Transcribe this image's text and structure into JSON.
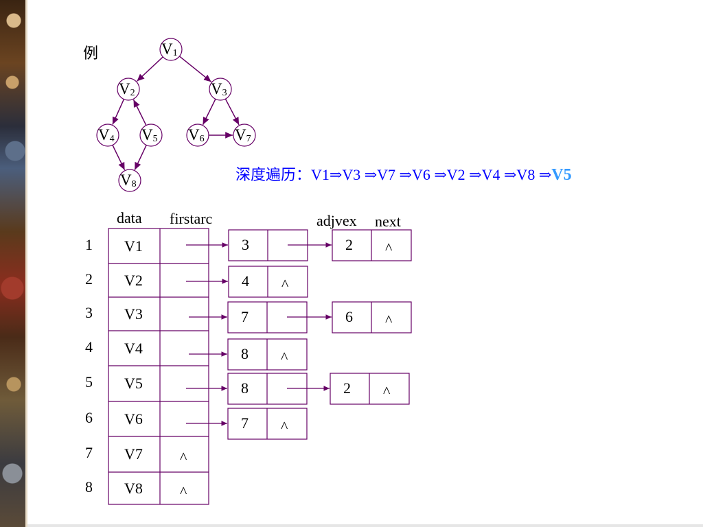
{
  "example_label": "例",
  "graph": {
    "nodes": [
      {
        "id": "V1",
        "letter": "V",
        "sub": "1"
      },
      {
        "id": "V2",
        "letter": "V",
        "sub": "2"
      },
      {
        "id": "V3",
        "letter": "V",
        "sub": "3"
      },
      {
        "id": "V4",
        "letter": "V",
        "sub": "4"
      },
      {
        "id": "V5",
        "letter": "V",
        "sub": "5"
      },
      {
        "id": "V6",
        "letter": "V",
        "sub": "6"
      },
      {
        "id": "V7",
        "letter": "V",
        "sub": "7"
      },
      {
        "id": "V8",
        "letter": "V",
        "sub": "8"
      }
    ],
    "edges": [
      [
        "V1",
        "V2"
      ],
      [
        "V1",
        "V3"
      ],
      [
        "V2",
        "V4"
      ],
      [
        "V5",
        "V2"
      ],
      [
        "V3",
        "V6"
      ],
      [
        "V3",
        "V7"
      ],
      [
        "V6",
        "V7"
      ],
      [
        "V4",
        "V8"
      ],
      [
        "V5",
        "V8"
      ]
    ]
  },
  "dfs": {
    "prefix": "深度遍历：V1⇒V3 ⇒V7 ⇒V6 ⇒V2 ⇒V4 ⇒V8 ⇒",
    "last": "V5"
  },
  "headers": {
    "data": "data",
    "firstarc": "firstarc",
    "adjvex": "adjvex",
    "next": "next"
  },
  "vertex_table": [
    {
      "index": "1",
      "data": "V1",
      "firstarc": ""
    },
    {
      "index": "2",
      "data": "V2",
      "firstarc": ""
    },
    {
      "index": "3",
      "data": "V3",
      "firstarc": ""
    },
    {
      "index": "4",
      "data": "V4",
      "firstarc": ""
    },
    {
      "index": "5",
      "data": "V5",
      "firstarc": ""
    },
    {
      "index": "6",
      "data": "V6",
      "firstarc": ""
    },
    {
      "index": "7",
      "data": "V7",
      "firstarc": "^"
    },
    {
      "index": "8",
      "data": "V8",
      "firstarc": "^"
    }
  ],
  "arc_nodes": [
    [
      {
        "adjvex": "3",
        "next": ""
      },
      {
        "adjvex": "2",
        "next": "^"
      }
    ],
    [
      {
        "adjvex": "4",
        "next": "^"
      }
    ],
    [
      {
        "adjvex": "7",
        "next": ""
      },
      {
        "adjvex": "6",
        "next": "^"
      }
    ],
    [
      {
        "adjvex": "8",
        "next": "^"
      }
    ],
    [
      {
        "adjvex": "8",
        "next": ""
      },
      {
        "adjvex": "2",
        "next": "^"
      }
    ],
    [
      {
        "adjvex": "7",
        "next": "^"
      }
    ]
  ],
  "colors": {
    "graph_stroke": "#660066",
    "table_stroke": "#660066",
    "dfs_text": "#0000ff",
    "dfs_highlight": "#3399ff"
  }
}
